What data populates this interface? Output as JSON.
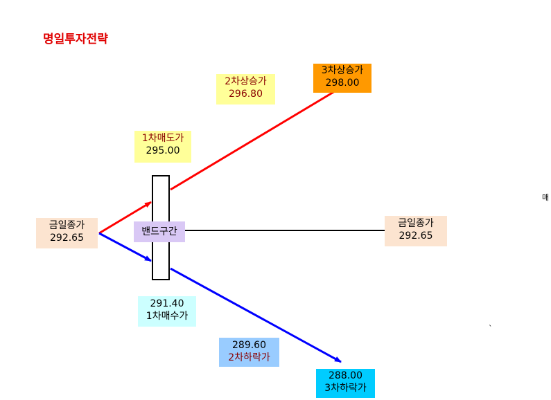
{
  "title": "명일투자전략",
  "colors": {
    "up": "#ff0000",
    "down": "#0000ff",
    "flat": "#000000",
    "yellow": "#ffff99",
    "orange": "#ff9900",
    "peach": "#fce4d0",
    "lavender": "#d9c8f5",
    "cyan_light": "#ccffff",
    "blue_light": "#99ccff",
    "cyan": "#00ccff"
  },
  "boxes": {
    "today_close_left": {
      "label": "금일종가",
      "value": "292.65"
    },
    "first_sell": {
      "label": "1차매도가",
      "value": "295.00"
    },
    "second_rise": {
      "label": "2차상승가",
      "value": "296.80"
    },
    "third_rise": {
      "label": "3차상승가",
      "value": "298.00"
    },
    "band": {
      "label": "밴드구간"
    },
    "today_close_right": {
      "label": "금일종가",
      "value": "292.65"
    },
    "first_buy": {
      "value": "291.40",
      "label": "1차매수가"
    },
    "second_fall": {
      "value": "289.60",
      "label": "2차하락가"
    },
    "third_fall": {
      "value": "288.00",
      "label": "3차하락가"
    }
  },
  "side_text": "매",
  "side_mark": "`"
}
